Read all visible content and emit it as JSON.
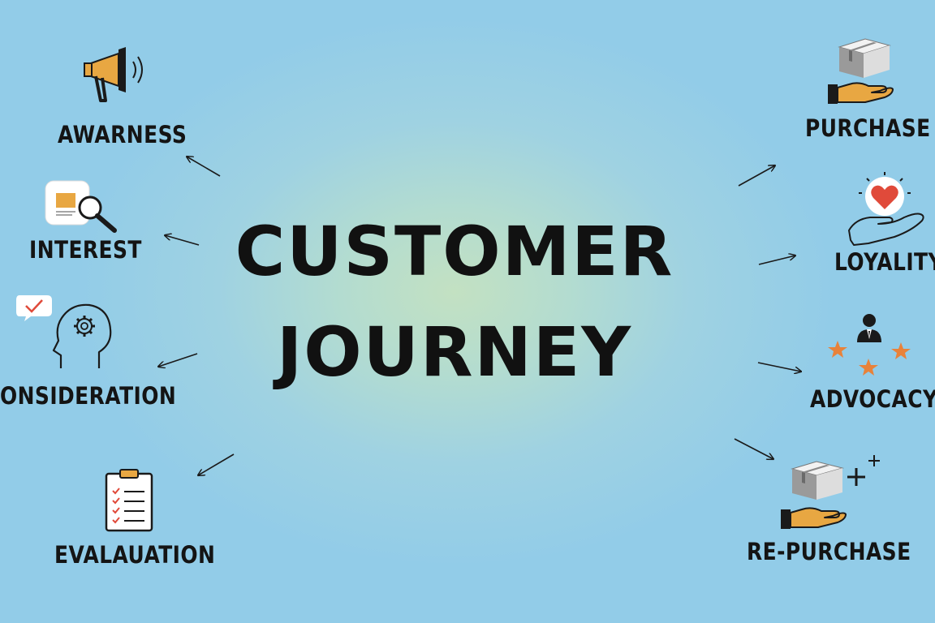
{
  "title": {
    "line1": "CUSTOMER",
    "line2": "JOURNEY"
  },
  "stages": {
    "awareness": {
      "label": "AWARNESS",
      "icon": "megaphone-icon"
    },
    "interest": {
      "label": "INTEREST",
      "icon": "magnifier-icon"
    },
    "consideration": {
      "label": "ONSIDERATION",
      "icon": "head-gear-icon"
    },
    "evaluation": {
      "label": "EVALAUATION",
      "icon": "clipboard-checklist-icon"
    },
    "purchase": {
      "label": "PURCHASE",
      "icon": "hand-box-icon"
    },
    "loyalty": {
      "label": "LOYALITY",
      "icon": "hand-heart-icon"
    },
    "advocacy": {
      "label": "ADVOCACY",
      "icon": "person-stars-icon"
    },
    "repurchase": {
      "label": "RE-PURCHASE",
      "icon": "hand-box-plus-icon"
    }
  },
  "colors": {
    "background": "#94cde8",
    "center_glow": "#c3e1c2",
    "ink": "#141414",
    "accent_orange": "#e8a742",
    "star_orange": "#e8823a",
    "heart_red": "#e04a3a"
  }
}
